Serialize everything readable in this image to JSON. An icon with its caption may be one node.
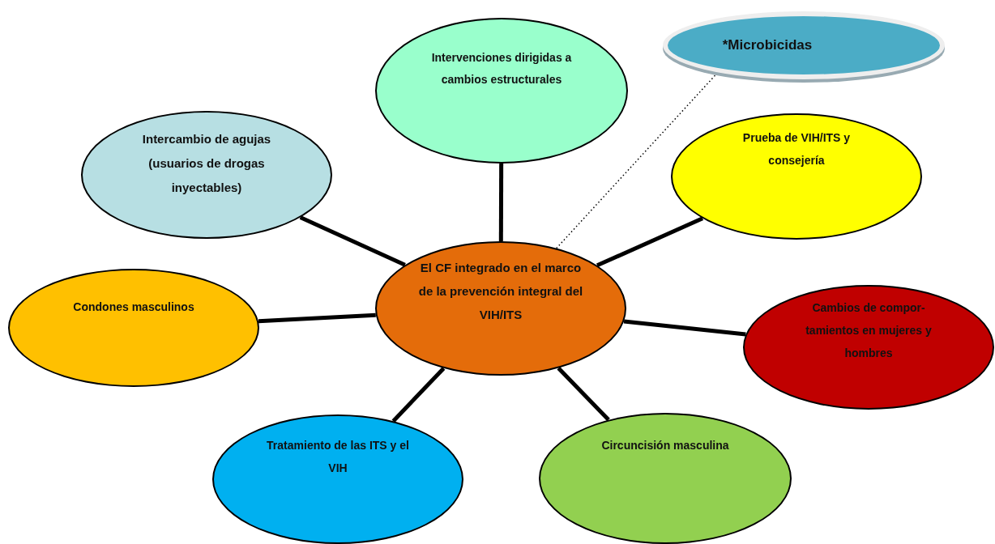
{
  "diagram": {
    "nodes": [
      {
        "text": [
          "*Microbicidas"
        ]
      },
      {
        "text": [
          "Intervenciones dirigidas a cambios  estructurales"
        ]
      },
      {
        "text": [
          "Intercambio de agujas (usuarios de drogas inyectables)"
        ]
      },
      {
        "text": [
          "Prueba de VIH/ITS y consejería"
        ]
      },
      {
        "text": [
          "El CF integrado en el marco de la prevención integral del VIH/ITS"
        ]
      },
      {
        "text": [
          "Condones masculinos"
        ]
      },
      {
        "text": [
          "Cambios de compor- tamientos en mujeres y hombres"
        ]
      },
      {
        "text": [
          "Tratamiento de las ITS y el VIH"
        ]
      },
      {
        "text": [
          "Circuncisión masculina"
        ]
      }
    ],
    "edges": [
      {
        "from": 4,
        "to": 1,
        "arrow": "none"
      },
      {
        "from": 4,
        "to": 2,
        "arrow": "none"
      },
      {
        "from": 4,
        "to": 3,
        "arrow": "none"
      },
      {
        "from": 4,
        "to": 5,
        "arrow": "none"
      },
      {
        "from": 4,
        "to": 6,
        "arrow": "none"
      },
      {
        "from": 4,
        "to": 7,
        "arrow": "none"
      },
      {
        "from": 4,
        "to": 8,
        "arrow": "none"
      },
      {
        "from": 4,
        "to": 0,
        "arrow": "none",
        "style": "dashed"
      }
    ]
  }
}
